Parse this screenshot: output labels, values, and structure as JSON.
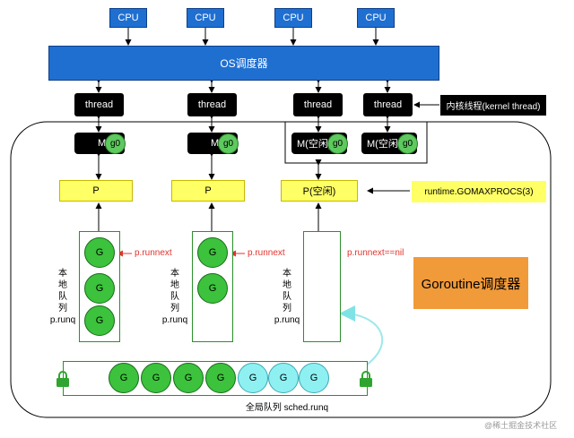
{
  "cpus": [
    "CPU",
    "CPU",
    "CPU",
    "CPU"
  ],
  "os_scheduler": "OS调度器",
  "threads": [
    "thread",
    "thread",
    "thread",
    "thread"
  ],
  "kernel_thread": "内核线程(kernel thread)",
  "ms": [
    {
      "label": "M",
      "g0": "g0"
    },
    {
      "label": "M",
      "g0": "g0"
    },
    {
      "label": "M(空闲)",
      "g0": "g0"
    },
    {
      "label": "M(空闲)",
      "g0": "g0"
    }
  ],
  "ps": [
    "P",
    "P",
    "P(空闲)"
  ],
  "gomaxprocs": "runtime.GOMAXPROCS(3)",
  "local_queue_label": [
    "本",
    "地",
    "队",
    "列",
    "p.runq"
  ],
  "runnext": "p.runnext",
  "runnext_nil": "p.runnext==nil",
  "queue1": [
    "G",
    "G",
    "G"
  ],
  "queue2": [
    "G",
    "G"
  ],
  "goroutine_scheduler": "Goroutine调度器",
  "global_queue": {
    "green": [
      "G",
      "G",
      "G",
      "G"
    ],
    "cyan": [
      "G",
      "G",
      "G"
    ]
  },
  "global_label": "全局队列 sched.runq",
  "watermark": "@稀土掘金技术社区",
  "colors": {
    "cpu_blue": "#1f6fd1",
    "p_yellow": "#ffff66",
    "g_green": "#3cc23c",
    "g_cyan": "#8ff0f2",
    "orange": "#f19a3a",
    "red_text": "#e2332c"
  }
}
